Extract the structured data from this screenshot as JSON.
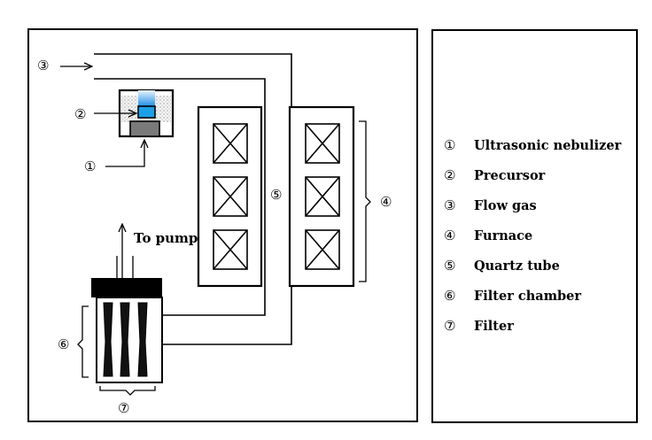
{
  "diagram": {
    "callouts": {
      "flow_gas": "③",
      "precursor": "②",
      "nebulizer": "①",
      "quartz_tube": "⑤",
      "furnace": "④",
      "filter_chamber": "⑥",
      "filter": "⑦"
    },
    "pump_label": "To pump"
  },
  "legend": {
    "items": [
      {
        "num": "①",
        "label": "Ultrasonic nebulizer"
      },
      {
        "num": "②",
        "label": "Precursor"
      },
      {
        "num": "③",
        "label": "Flow gas"
      },
      {
        "num": "④",
        "label": "Furnace"
      },
      {
        "num": "⑤",
        "label": "Quartz tube"
      },
      {
        "num": "⑥",
        "label": "Filter chamber"
      },
      {
        "num": "⑦",
        "label": "Filter"
      }
    ]
  }
}
